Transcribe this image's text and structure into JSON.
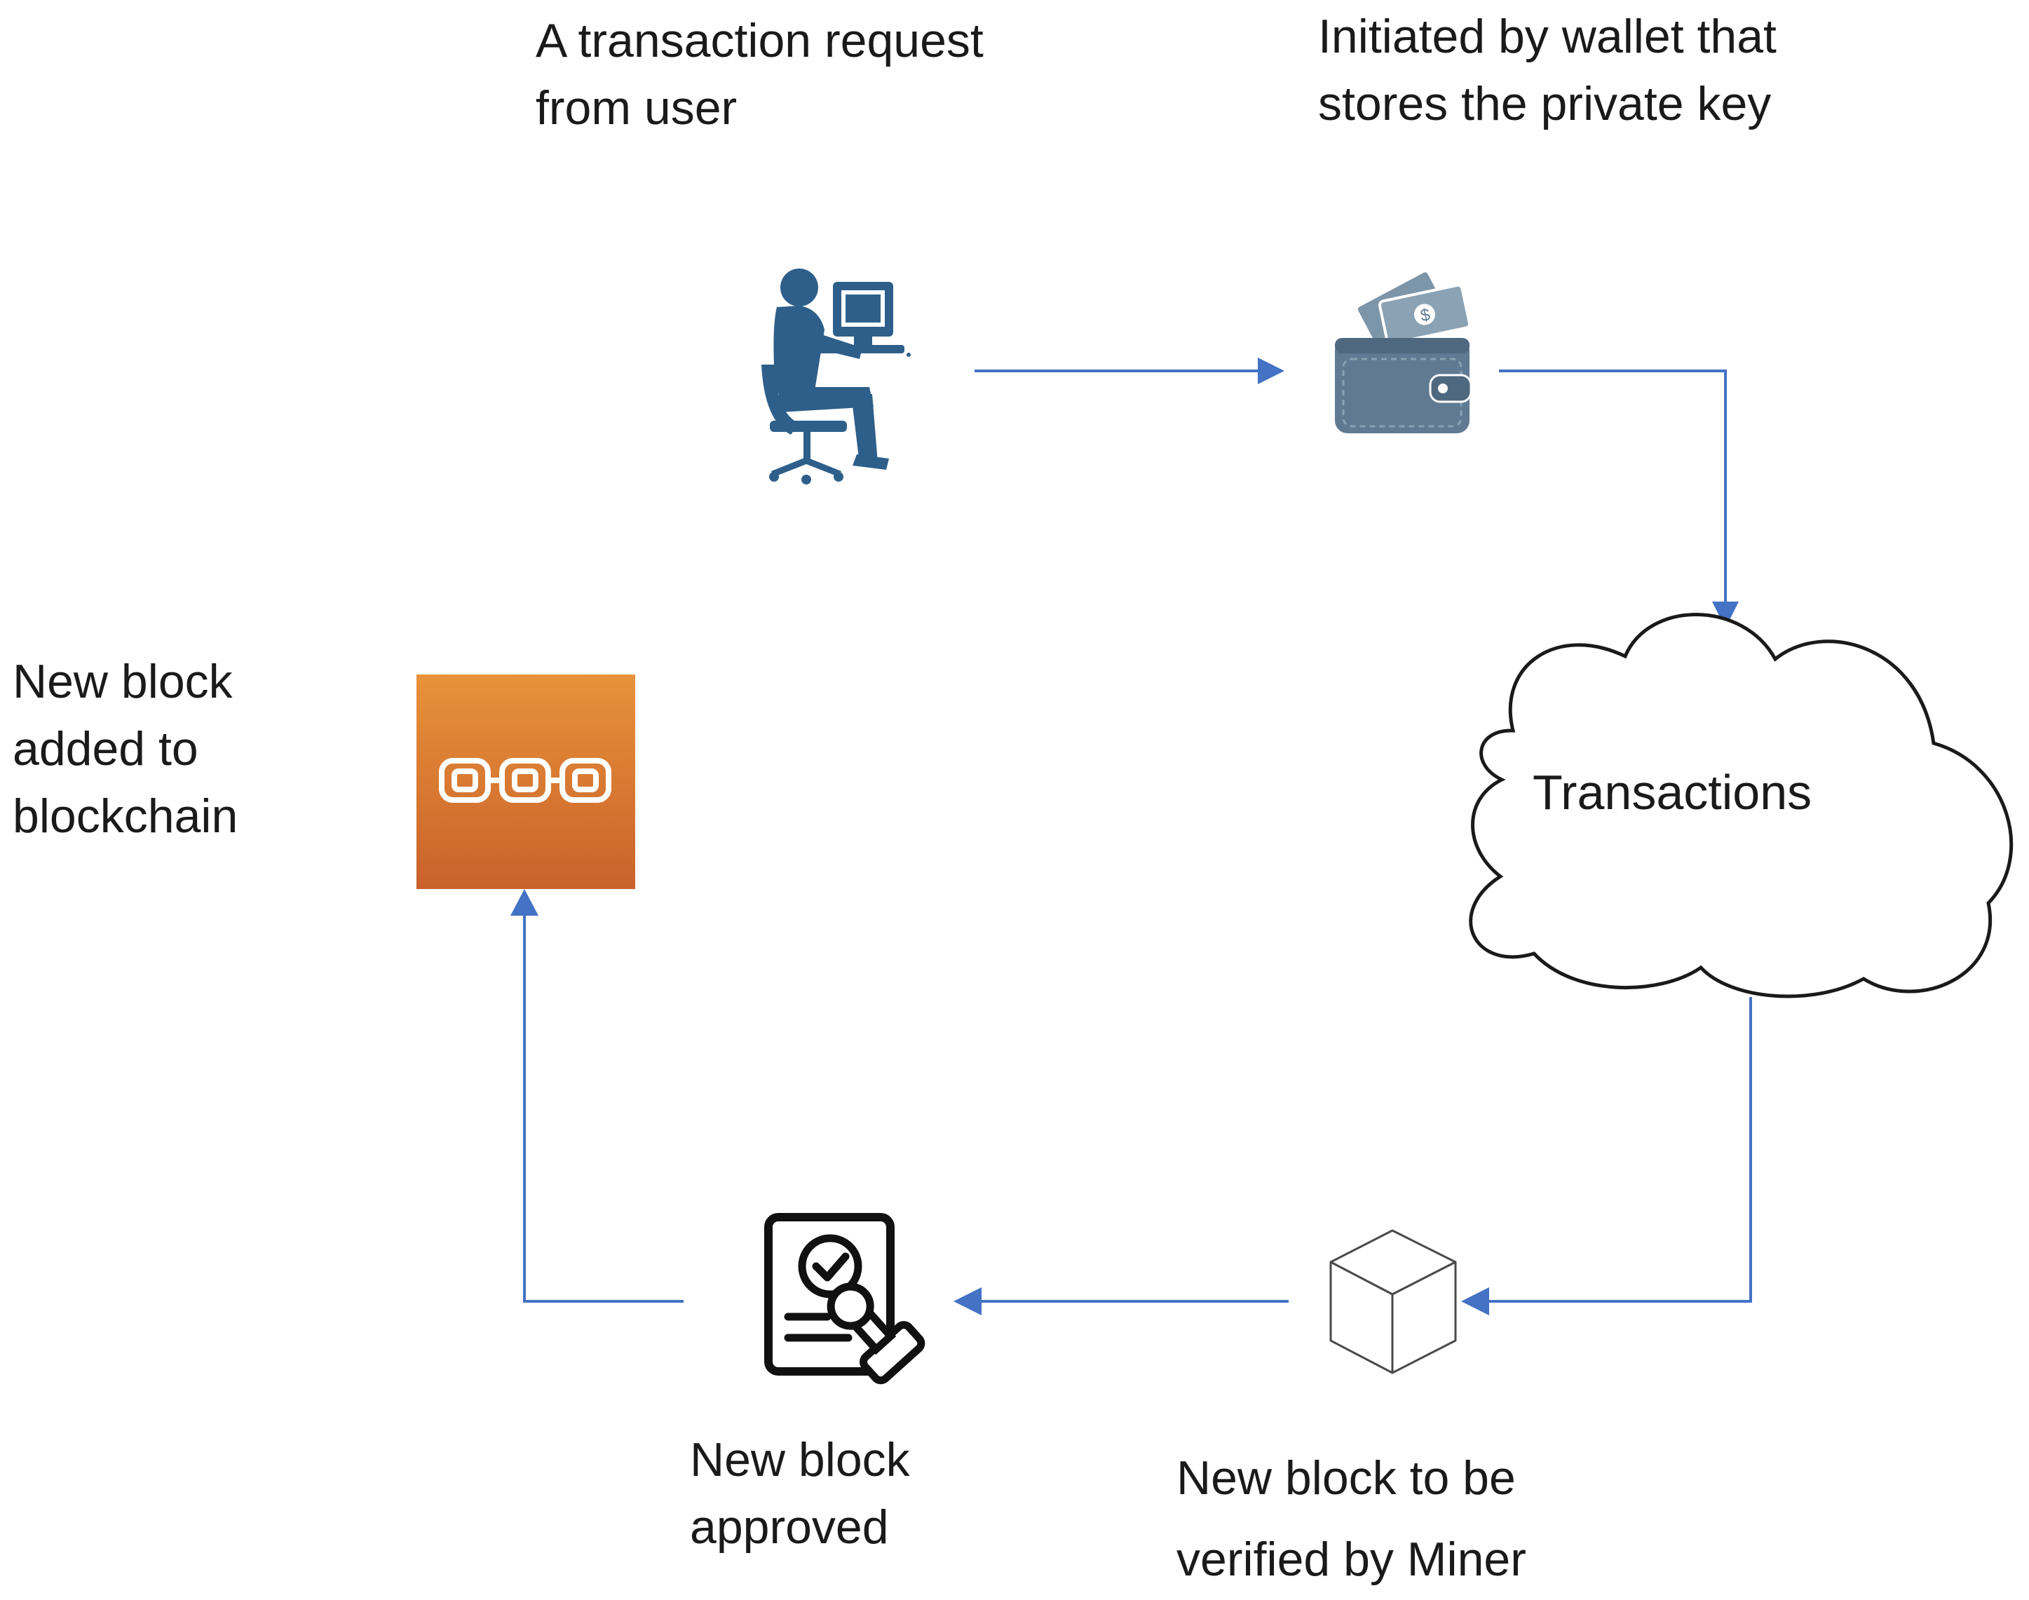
{
  "labels": {
    "user_request": "A transaction request\nfrom user",
    "wallet_initiated": "Initiated by wallet that\nstores the private key",
    "block_added": "New block\nadded to\nblockchain",
    "transactions": "Transactions",
    "block_verify": "New block to be\nverified by Miner",
    "block_approved": "New block\napproved"
  },
  "colors": {
    "arrow": "#4472c4",
    "user_icon": "#2e5f8a",
    "wallet_icon": "#5f7a92",
    "blockchain_top": "#e8923a",
    "blockchain_bottom": "#c9622b"
  },
  "icons": [
    "user-at-computer-icon",
    "wallet-icon",
    "cloud-shape",
    "cube-icon",
    "approved-document-stamp-icon",
    "blockchain-link-icon"
  ]
}
